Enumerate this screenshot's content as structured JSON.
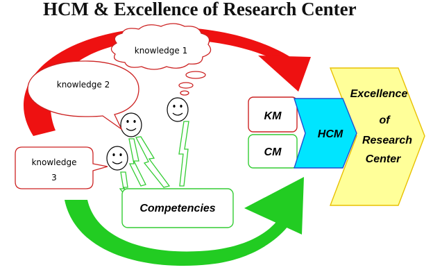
{
  "title": "HCM & Excellence of Research Center",
  "bubbles": {
    "knowledge1": "knowledge 1",
    "knowledge2": "knowledge 2",
    "knowledge3_line1": "knowledge",
    "knowledge3_line2": "3"
  },
  "boxes": {
    "km": "KM",
    "cm": "CM",
    "hcm": "HCM",
    "competencies": "Competencies"
  },
  "excellence": [
    "Excellence",
    "of",
    "Research",
    "Center"
  ],
  "colors": {
    "red_arrow": "#ee1111",
    "green_arrow": "#22cc22",
    "hcm_fill": "#00e5ff",
    "hcm_stroke": "#1f4fd0",
    "chevron_fill": "#ffff99",
    "chevron_stroke": "#e8c000",
    "red_border": "#cc2222",
    "green_border": "#33cc33"
  }
}
